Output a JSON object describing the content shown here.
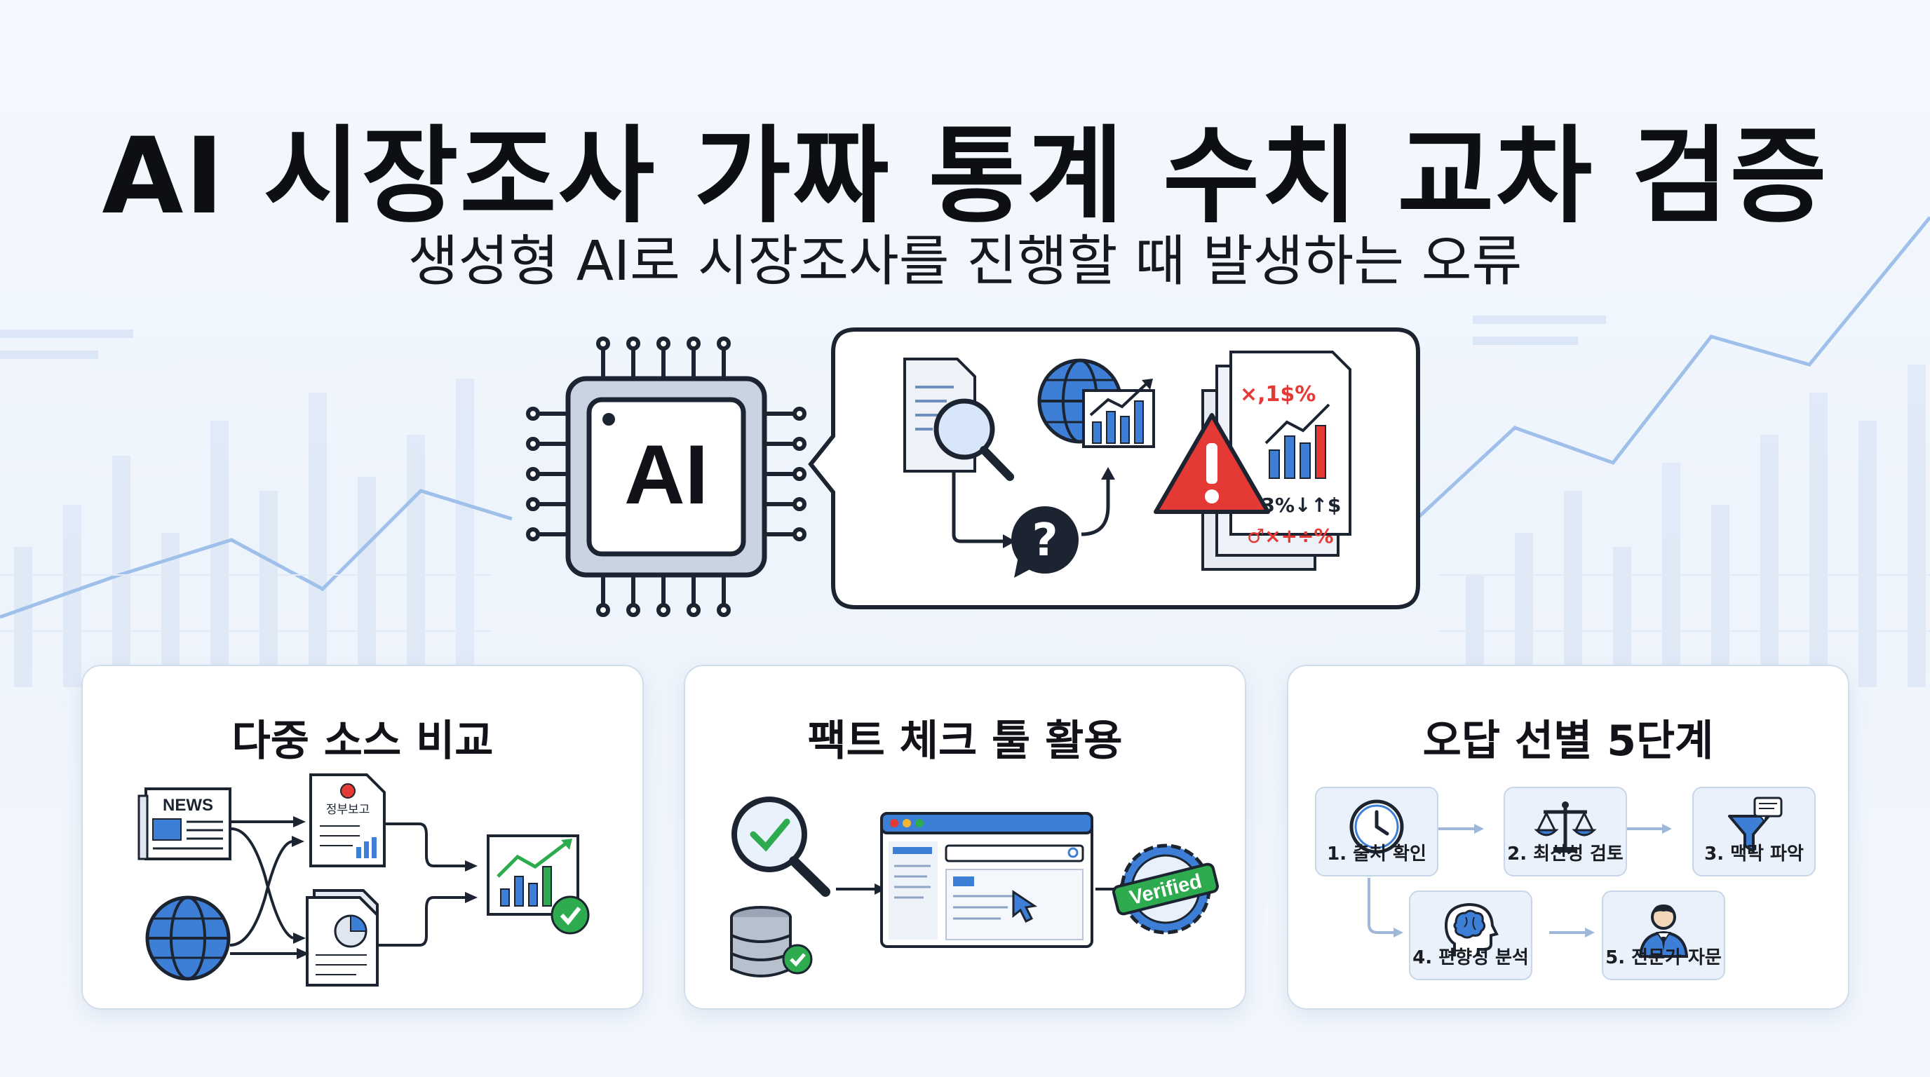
{
  "title": "AI 시장조사 가짜 통계 수치 교차 검증",
  "subtitle": "생성형 AI로 시장조사를 진행할 때 발생하는 오류",
  "chip": {
    "label": "AI"
  },
  "bubble": {
    "error_top": "×,1$%",
    "error_mid": "±3%↓↑$",
    "error_bottom": "♂×+÷%"
  },
  "cards": [
    {
      "title": "다중 소스 비교",
      "news_label": "NEWS",
      "report_label": "정부보고"
    },
    {
      "title": "팩트 체크 툴 활용",
      "stamp_label": "Verified"
    },
    {
      "title": "오답 선별 5단계",
      "steps": [
        {
          "label": "1. 출처 확인"
        },
        {
          "label": "2. 최신성 검토"
        },
        {
          "label": "3. 맥락 파악"
        },
        {
          "label": "4. 편향성 분석"
        },
        {
          "label": "5. 전문가 자문"
        }
      ]
    }
  ],
  "colors": {
    "accent_blue": "#3d7fd6",
    "warning_red": "#e53935",
    "success_green": "#2eab4e",
    "ink": "#1b2430"
  }
}
